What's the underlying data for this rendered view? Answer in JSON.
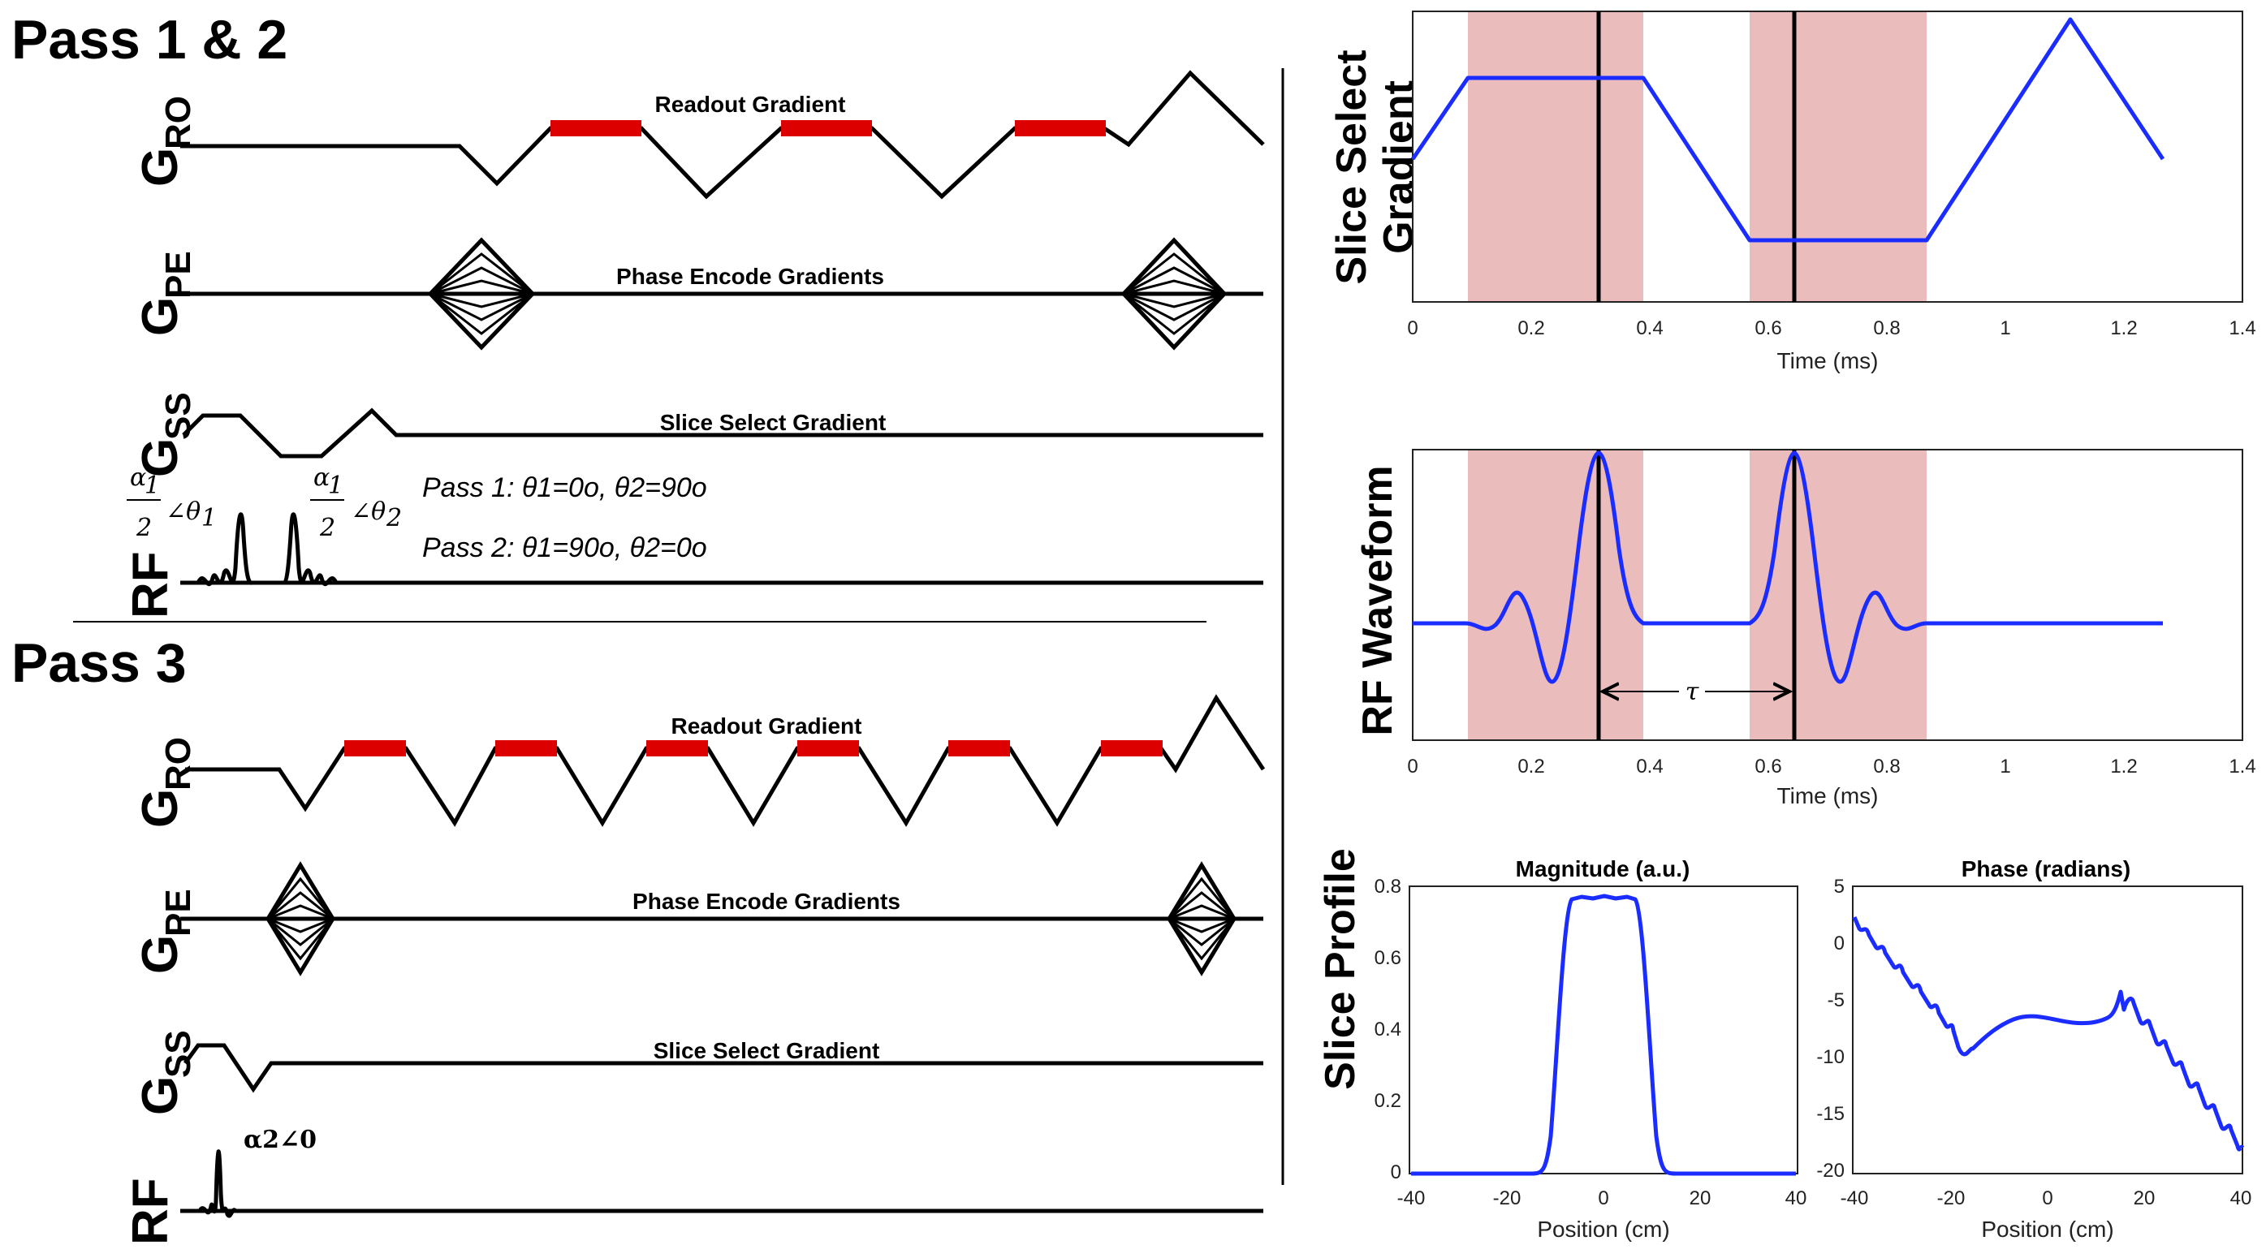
{
  "left_panel": {
    "pass12_title": "Pass 1 & 2",
    "pass3_title": "Pass 3",
    "axis_labels": {
      "ro_main": "G",
      "ro_sub": "RO",
      "pe_main": "G",
      "pe_sub": "PE",
      "ss_main": "G",
      "ss_sub": "SS",
      "rf": "RF"
    },
    "gradient_labels": {
      "readout": "Readout Gradient",
      "phase_encode": "Phase Encode Gradients",
      "slice_select": "Slice Select Gradient"
    },
    "pass1_note": "Pass 1: θ1=0o, θ2=90o",
    "pass2_note": "Pass 2: θ1=90o, θ2=0o",
    "pulse1_label": "α1/2 ∠θ1",
    "pulse2_label": "α1/2 ∠θ2",
    "pass3_pulse_label": "α2∠0",
    "colors": {
      "readout_block": "#dd0000",
      "trace": "#000000"
    }
  },
  "right_panel": {
    "colors": {
      "curve": "#1a2cff",
      "shade": "#ebbcbc",
      "marker": "#000000"
    },
    "slice_select_plot": {
      "ylabel_line1": "Slice Select",
      "ylabel_line2": "Gradient",
      "xlabel": "Time (ms)",
      "xticks": [
        "0",
        "0.2",
        "0.4",
        "0.6",
        "0.8",
        "1",
        "1.2",
        "1.4"
      ],
      "shaded_windows_ms": [
        [
          0.09,
          0.39
        ],
        [
          0.57,
          0.87
        ]
      ],
      "marker_lines_ms": [
        0.31,
        0.645
      ]
    },
    "rf_plot": {
      "ylabel": "RF Waveform",
      "xlabel": "Time (ms)",
      "xticks": [
        "0",
        "0.2",
        "0.4",
        "0.6",
        "0.8",
        "1",
        "1.2",
        "1.4"
      ],
      "tau_label": "τ"
    },
    "slice_profile": {
      "ylabel": "Slice Profile",
      "magnitude": {
        "title": "Magnitude (a.u.)",
        "xlabel": "Position (cm)",
        "xticks": [
          "-40",
          "-20",
          "0",
          "20",
          "40"
        ],
        "yticks": [
          "0",
          "0.2",
          "0.4",
          "0.6",
          "0.8"
        ]
      },
      "phase": {
        "title": "Phase (radians)",
        "xlabel": "Position (cm)",
        "xticks": [
          "-40",
          "-20",
          "0",
          "20",
          "40"
        ],
        "yticks": [
          "5",
          "0",
          "-5",
          "-10",
          "-15",
          "-20"
        ]
      }
    }
  }
}
